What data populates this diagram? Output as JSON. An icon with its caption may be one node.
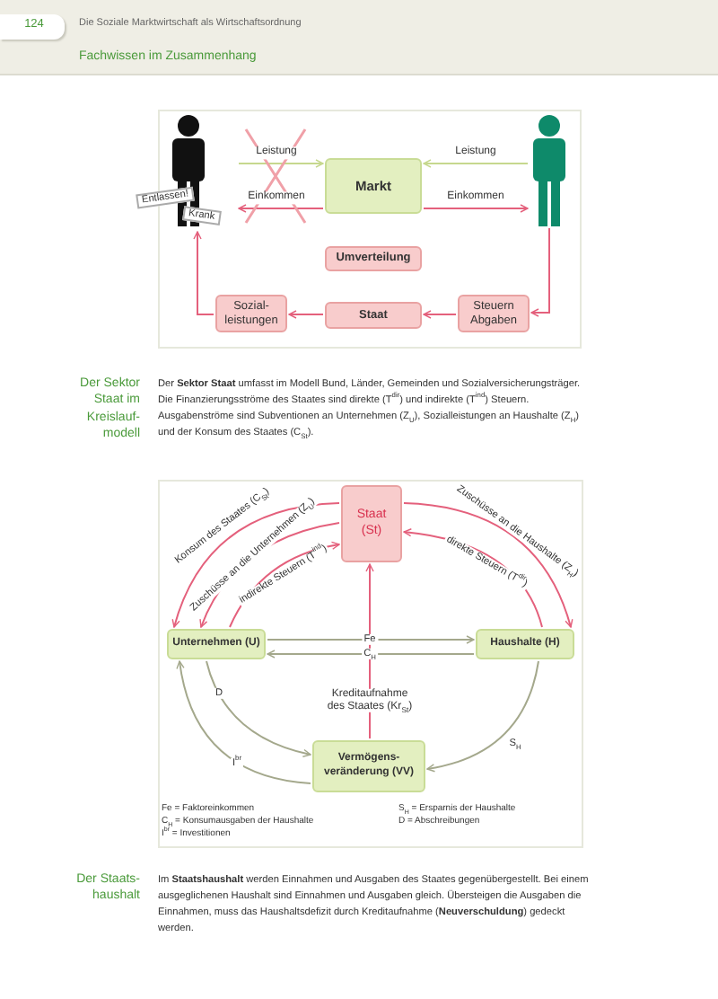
{
  "diagram": {
    "nodes": [
      {
        "text": [
          "Entlassen!",
          "Krank"
        ]
      },
      {
        "text": [
          "Markt"
        ]
      },
      {
        "text": [],
        "shape": "person"
      },
      {
        "text": [
          "Umverteilung"
        ]
      },
      {
        "text": [
          "Sozial- leistungen"
        ]
      },
      {
        "text": [
          "Staat"
        ]
      },
      {
        "text": [
          "Steuern Abgaben"
        ]
      },
      {
        "text": [
          "Staat (St)"
        ]
      },
      {
        "text": [
          "Unternehmen (U)"
        ]
      },
      {
        "text": [
          "Haushalte (H)"
        ]
      },
      {
        "text": [
          "Vermögens- veränderung (VV)"
        ]
      }
    ],
    "edges": [
      {
        "from": 0,
        "to": 1,
        "arrow": "to",
        "label": "Leistung",
        "color": "#c6d88e"
      },
      {
        "from": 1,
        "to": 0,
        "arrow": "to",
        "label": "Einkommen"
      },
      {
        "from": 2,
        "to": 1,
        "arrow": "to",
        "label": "Leistung",
        "color": "#c6d88e"
      },
      {
        "from": 1,
        "to": 2,
        "arrow": "to",
        "label": "Einkommen"
      },
      {
        "from": 2,
        "to": 6,
        "arrow": "to"
      },
      {
        "from": 6,
        "to": 5,
        "arrow": "to"
      },
      {
        "from": 5,
        "to": 4,
        "arrow": "to"
      },
      {
        "from": 4,
        "to": 0,
        "arrow": "to"
      },
      {
        "from": 7,
        "to": 8,
        "arrow": "to",
        "label": "Konsum des Staates (C$_{St}$)"
      },
      {
        "from": 7,
        "to": 8,
        "arrow": "to",
        "label": "Zuschüsse an die Unternehmen (Z$_{U}$)"
      },
      {
        "from": 8,
        "to": 7,
        "arrow": "to",
        "label": "indirekte Steuern (T$^{ind}$)"
      },
      {
        "from": 7,
        "to": 9,
        "arrow": "to",
        "label": "Zuschüsse an die Haushalte (Z$_{H}$)"
      },
      {
        "from": 9,
        "to": 7,
        "arrow": "to",
        "label": "direkte Steuern (T$^{dir}$)"
      },
      {
        "from": 8,
        "to": 9,
        "arrow": "to",
        "label": "Fe",
        "color": "#a4a88c"
      },
      {
        "from": 9,
        "to": 8,
        "arrow": "to",
        "label": "C$_{H}$",
        "color": "#a4a88c"
      },
      {
        "from": 10,
        "to": 7,
        "arrow": "to",
        "label": "Kreditaufnahme des Staates (Kr$_{St}$)"
      },
      {
        "from": 8,
        "to": 10,
        "arrow": "to",
        "label": "D",
        "color": "#a4a88c"
      },
      {
        "from": 10,
        "to": 8,
        "arrow": "to",
        "label": "I$^{br}$",
        "color": "#a4a88c"
      },
      {
        "from": 9,
        "to": 10,
        "arrow": "to",
        "label": "S$_{H}$",
        "color": "#a4a88c"
      }
    ],
    "labels": [
      "124",
      "Die Soziale Marktwirtschaft als Wirtschaftsordnung",
      "Fachwissen im Zusammenhang",
      "Der Sektor Staat im Kreislauf- modell",
      "Der **Sektor Staat** umfasst im Modell Bund, Länder, Gemeinden und Sozialversicherungsträger. Die Finanzierungsströme des Staates sind direkte (T$^{dir}$) und indirekte (T$^{ind}$) Steuern. Ausgabenströme sind Subventionen an Unternehmen (Z$_{U}$), Sozialleistungen an Haushalte (Z$_{H}$) und der Konsum des Staates (C$_{St}$).",
      "Fe = Faktoreinkommen",
      "S$_{H}$ = Ersparnis der Haushalte",
      "C$_{H}$ = Konsumausgaben der Haushalte",
      "D = Abschreibungen",
      "I$^{br}$ = Investitionen",
      "Der Staats- haushalt",
      "Im **Staatshaushalt** werden Einnahmen und Ausgaben des Staates gegenübergestellt. Bei einem ausgeglichenen Haushalt sind Einnahmen und Ausgaben gleich. Übersteigen die Ausgaben die Einnahmen, muss das Haushaltsdefizit durch Kreditaufnahme (**Neuverschuldung**) gedeckt werden."
    ]
  }
}
